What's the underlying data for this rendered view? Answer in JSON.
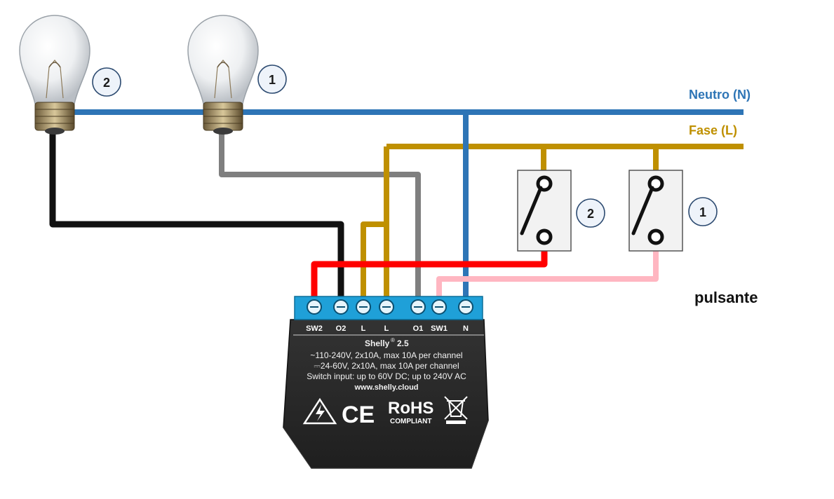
{
  "lines": {
    "neutral_label": "Neutro (N)",
    "phase_label": "Fase (L)"
  },
  "lamps": [
    {
      "number": "2"
    },
    {
      "number": "1"
    }
  ],
  "switches": [
    {
      "number": "2"
    },
    {
      "number": "1"
    }
  ],
  "button_label": "pulsante",
  "device": {
    "terminals": [
      "SW2",
      "O2",
      "L",
      "L",
      "O1",
      "SW1",
      "N"
    ],
    "brand": "Shelly",
    "brand_mark": "®",
    "model": "2.5",
    "spec_lines": [
      "~110-240V, 2x10A, max 10A per channel",
      "⎓24-60V, 2x10A, max 10A per channel",
      "Switch input: up to 60V DC; up to 240V AC",
      "www.shelly.cloud"
    ],
    "ce": "CE",
    "rohs": "RoHS",
    "rohs_sub": "COMPLIANT"
  },
  "colors": {
    "neutral": "#2e75b6",
    "phase": "#bf9000",
    "wire_black": "#111111",
    "wire_grey": "#7f7f7f",
    "wire_red": "#ff0000",
    "wire_pink": "#ffb6c1",
    "terminal_blue": "#1fa0d8",
    "device_body": "#2b2b2b"
  }
}
